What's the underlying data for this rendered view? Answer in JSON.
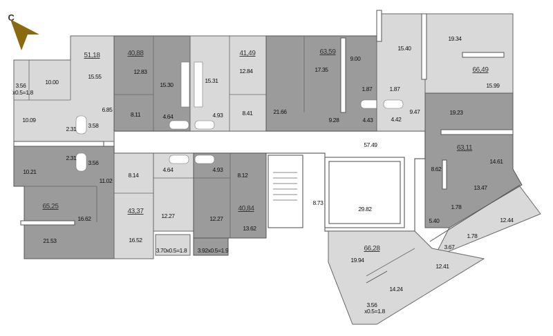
{
  "compass_label": "С",
  "colors": {
    "occupied": "#9b9b9b",
    "available": "#d9d9d9",
    "compass": "#8a6a10"
  },
  "rooms": [
    "51,18",
    "15.55",
    "10.00",
    "3.56",
    "x0.5=1.8",
    "6.85",
    "10.09",
    "2.31",
    "3.58",
    "2.31",
    "3.56",
    "10.21",
    "11.02",
    "65,25",
    "16.62",
    "21.53",
    "40,88",
    "12.83",
    "15.30",
    "8.11",
    "4.64",
    "41,49",
    "15.31",
    "12.84",
    "4.93",
    "8.41",
    "21.66",
    "63,59",
    "17.35",
    "9.00",
    "9.28",
    "1.87",
    "1.87",
    "4.43",
    "4.42",
    "15.40",
    "19.34",
    "66,49",
    "15.99",
    "9.47",
    "19.23",
    "57.49",
    "63,11",
    "14.61",
    "8.14",
    "4.64",
    "4.93",
    "8.12",
    "43,37",
    "12.27",
    "12.27",
    "40,84",
    "13.62",
    "16.52",
    "3.70x0.5=1.8",
    "3.92x0.5=1.9",
    "8.62",
    "13.47",
    "8.73",
    "29.82",
    "1.78",
    "5.40",
    "12.44",
    "1.78",
    "66,28",
    "3.67",
    "19.94",
    "12.41",
    "14.24",
    "3.56",
    "x0.5=1.8"
  ]
}
